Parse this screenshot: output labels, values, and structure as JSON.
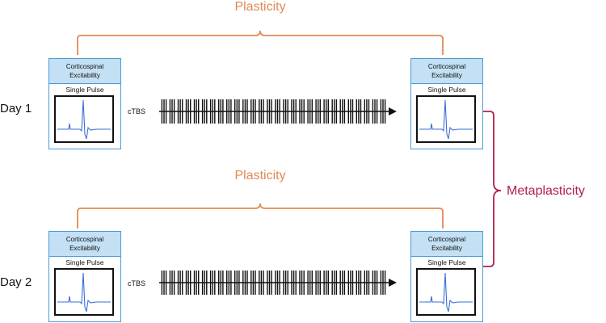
{
  "labels": {
    "day1": "Day 1",
    "day2": "Day 2",
    "ctbs": "cTBS",
    "plasticity": "Plasticity",
    "metaplasticity": "Metaplasticity"
  },
  "panel": {
    "title_line1": "Corticospinal",
    "title_line2": "Excitability",
    "subtitle": "Single Pulse"
  },
  "colors": {
    "plasticity": "#e08a55",
    "metaplasticity": "#b0204a",
    "panel_border": "#4a9bd5",
    "panel_header": "#c3e0f4",
    "trace": "#3a6fd8"
  }
}
